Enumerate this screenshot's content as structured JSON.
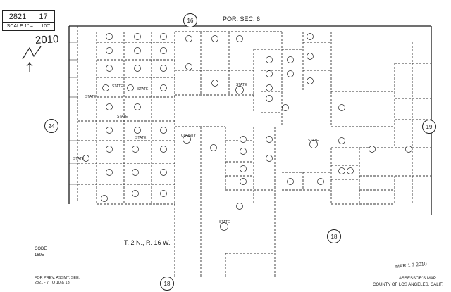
{
  "header": {
    "book_number": "2821",
    "page_number": "17",
    "scale_label": "SCALE 1\" =",
    "scale_value": "100'",
    "year_mark": "2010"
  },
  "section_title": "POR. SEC. 6",
  "township_range": "T. 2 N., R. 16 W.",
  "adjoining_sheets": {
    "top": "16",
    "left": "24",
    "right": "19",
    "bottom_center": "18",
    "bottom": "18"
  },
  "code": {
    "label": "CODE",
    "value": "1695"
  },
  "footnote": {
    "line1": "FOR PREV. ASSMT. SEE:",
    "line2": "2821 - 7   TO   10 & 13"
  },
  "publisher": {
    "line1": "ASSESSOR'S MAP",
    "line2": "COUNTY OF LOS ANGELES, CALIF."
  },
  "received_stamp": "MAR 1 7 2010",
  "state_labels": [
    "STATE",
    "STATE",
    "STATE",
    "STATE",
    "STATE",
    "STATE",
    "STATE",
    "STATE",
    "STATE"
  ],
  "county_label": "COUNTY",
  "colors": {
    "ink": "#1a1a1a",
    "dash": "#333333",
    "paper": "#ffffff"
  }
}
